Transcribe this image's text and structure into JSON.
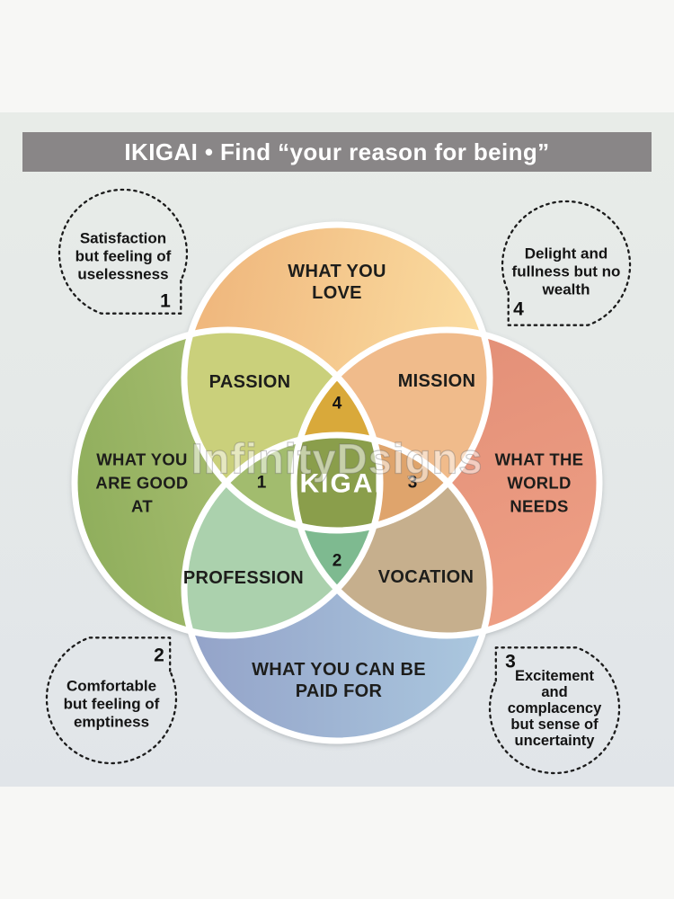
{
  "title": "IKIGAI • Find “your reason for being”",
  "watermark": "InfinityDsigns",
  "colors": {
    "page_bg": "#f7f7f5",
    "panel_bg_top": "#e8ece8",
    "panel_bg_bottom": "#e1e5e9",
    "title_bar": "#898687",
    "circle_top_1": "#efb67c",
    "circle_top_2": "#fce0a4",
    "circle_left_1": "#8fae5c",
    "circle_left_2": "#bac97f",
    "circle_right_1": "#e28e76",
    "circle_right_2": "#ee9f85",
    "circle_bottom_1": "#93a2c8",
    "circle_bottom_2": "#abc8df",
    "passion": "#cad07b",
    "mission": "#f0bb8b",
    "profession": "#abd1ad",
    "vocation": "#c6af8d",
    "petal_top": "#d9a93a",
    "petal_bottom": "#7eba90",
    "lens_left": "#a2bc6e",
    "lens_right": "#dfa46c",
    "ikigai_center": "#8a9e4b"
  },
  "diagram": {
    "center": "IKIGAI",
    "circle_top": {
      "lines": [
        "WHAT YOU",
        "LOVE"
      ]
    },
    "circle_left": {
      "lines": [
        "WHAT YOU",
        "ARE GOOD",
        "AT"
      ]
    },
    "circle_right": {
      "lines": [
        "WHAT THE",
        "WORLD",
        "NEEDS"
      ]
    },
    "circle_bottom": {
      "lines": [
        "WHAT YOU CAN BE",
        "PAID FOR"
      ]
    },
    "overlaps": {
      "passion": "PASSION",
      "mission": "MISSION",
      "profession": "PROFESSION",
      "vocation": "VOCATION"
    },
    "numbers": {
      "one": "1",
      "two": "2",
      "three": "3",
      "four": "4"
    }
  },
  "callouts": {
    "top_left": {
      "number": "1",
      "lines": [
        "Satisfaction",
        "but feeling of",
        "uselessness"
      ]
    },
    "top_right": {
      "number": "4",
      "lines": [
        "Delight and",
        "fullness but no",
        "wealth"
      ]
    },
    "bottom_left": {
      "number": "2",
      "lines": [
        "Comfortable",
        "but feeling of",
        "emptiness"
      ]
    },
    "bottom_right": {
      "number": "3",
      "lines": [
        "Excitement",
        "and",
        "complacency",
        "but sense of",
        "uncertainty"
      ]
    }
  }
}
